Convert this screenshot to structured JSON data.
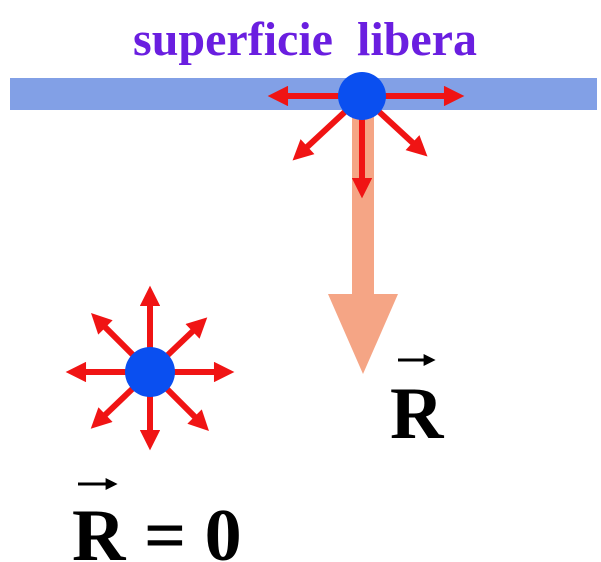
{
  "title": "superficie  libera",
  "labels": {
    "surface_resultant": "R",
    "interior_resultant": "R = 0"
  },
  "colors": {
    "title": "#6a1ee0",
    "surface": "#82a0e6",
    "molecule": "#0a4ff0",
    "force_arrow": "#f01414",
    "resultant_arrow": "#f5a585",
    "label": "#000000"
  },
  "icons": {
    "molecule": "circle",
    "force": "arrow",
    "vector": "over-arrow"
  }
}
